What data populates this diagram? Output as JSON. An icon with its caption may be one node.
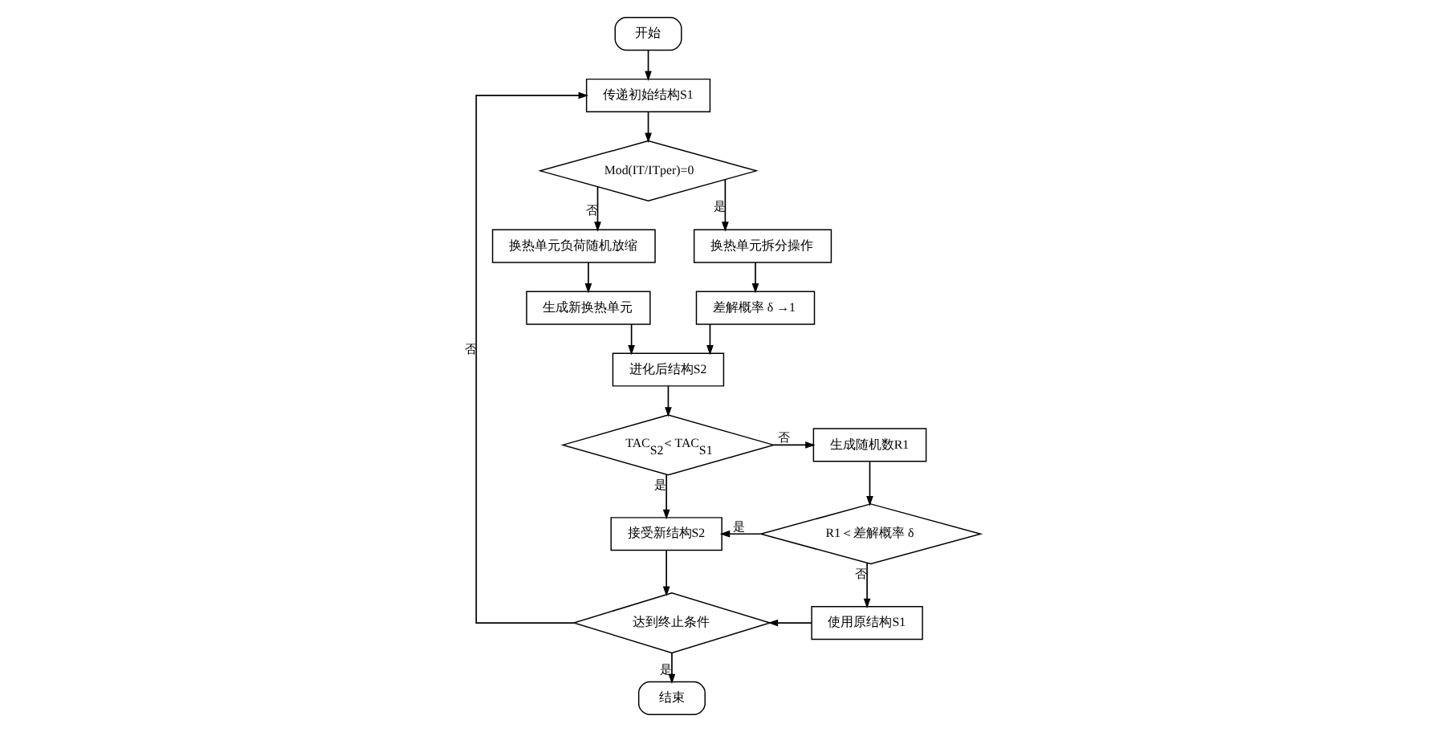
{
  "diagram": {
    "nodes": [
      {
        "text": [
          "开始"
        ]
      },
      {
        "text": [
          "传递初始结构S1"
        ]
      },
      {
        "text": [
          "Mod(IT/ITper)=0"
        ]
      },
      {
        "text": [
          "换热单元负荷随机放缩"
        ]
      },
      {
        "text": [
          "换热单元拆分操作"
        ]
      },
      {
        "text": [
          "生成新换热单元"
        ]
      },
      {
        "text": [
          "差解概率 δ →1"
        ]
      },
      {
        "text": [
          "进化后结构S2"
        ]
      },
      {
        "text": [
          "TAC$_{S2}$＜TAC$_{S1}$"
        ]
      },
      {
        "text": [
          "生成随机数R1"
        ]
      },
      {
        "text": [
          "接受新结构S2"
        ]
      },
      {
        "text": [
          "R1＜差解概率 δ"
        ]
      },
      {
        "text": [
          "达到终止条件"
        ]
      },
      {
        "text": [
          "使用原结构S1"
        ]
      },
      {
        "text": [
          "结束"
        ]
      }
    ],
    "edges": [
      {
        "from": 0,
        "to": 1,
        "arrow": "to"
      },
      {
        "from": 1,
        "to": 2,
        "arrow": "to"
      },
      {
        "from": 2,
        "to": 3,
        "arrow": "to",
        "label": "否"
      },
      {
        "from": 2,
        "to": 4,
        "arrow": "to",
        "label": "是"
      },
      {
        "from": 3,
        "to": 5,
        "arrow": "to"
      },
      {
        "from": 4,
        "to": 6,
        "arrow": "to"
      },
      {
        "from": 5,
        "to": 7,
        "arrow": "to"
      },
      {
        "from": 6,
        "to": 7,
        "arrow": "to"
      },
      {
        "from": 7,
        "to": 8,
        "arrow": "to"
      },
      {
        "from": 8,
        "to": 9,
        "arrow": "to",
        "label": "否"
      },
      {
        "from": 8,
        "to": 10,
        "arrow": "to",
        "label": "是"
      },
      {
        "from": 9,
        "to": 11,
        "arrow": "to"
      },
      {
        "from": 11,
        "to": 10,
        "arrow": "to",
        "label": "是"
      },
      {
        "from": 11,
        "to": 13,
        "arrow": "to",
        "label": "否"
      },
      {
        "from": 10,
        "to": 12,
        "arrow": "to"
      },
      {
        "from": 13,
        "to": 12,
        "arrow": "to"
      },
      {
        "from": 12,
        "to": 1,
        "arrow": "to",
        "label": "否"
      },
      {
        "from": 12,
        "to": 14,
        "arrow": "to",
        "label": "是"
      }
    ]
  }
}
